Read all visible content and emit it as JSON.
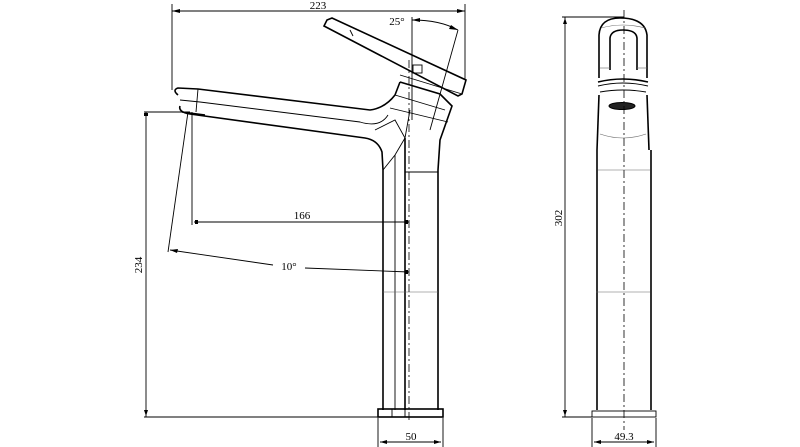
{
  "drawing": {
    "subject": "Tall basin mixer faucet technical drawing",
    "views": [
      {
        "name": "side-view"
      },
      {
        "name": "front-view"
      }
    ],
    "dimensions": {
      "overall_depth": "223",
      "lever_angle": "25°",
      "spout_reach": "166",
      "spout_angle": "10°",
      "spout_height": "234",
      "base_width_side": "50",
      "overall_height": "302",
      "base_width_front": "49.3"
    },
    "colors": {
      "line": "#000000",
      "background": "#ffffff"
    }
  }
}
